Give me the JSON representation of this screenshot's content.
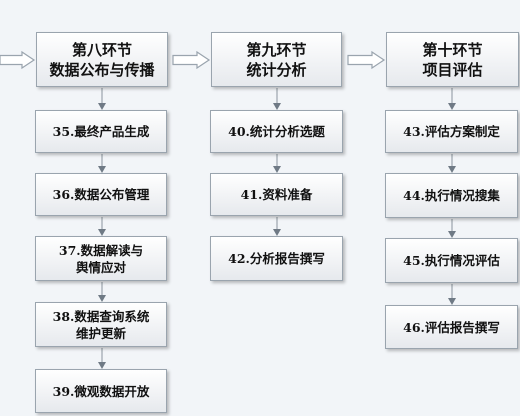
{
  "stages": [
    {
      "id": "stage-8",
      "title_lines": [
        "第八环节",
        "数据公布与传播"
      ],
      "steps": [
        [
          "35.最终产品生成"
        ],
        [
          "36.数据公布管理"
        ],
        [
          "37.数据解读与",
          "舆情应对"
        ],
        [
          "38.数据查询系统",
          "维护更新"
        ],
        [
          "39.微观数据开放"
        ]
      ]
    },
    {
      "id": "stage-9",
      "title_lines": [
        "第九环节",
        "统计分析"
      ],
      "steps": [
        [
          "40.统计分析选题"
        ],
        [
          "41.资料准备"
        ],
        [
          "42.分析报告撰写"
        ]
      ]
    },
    {
      "id": "stage-10",
      "title_lines": [
        "第十环节",
        "项目评估"
      ],
      "steps": [
        [
          "43.评估方案制定"
        ],
        [
          "44.执行情况搜集"
        ],
        [
          "45.执行情况评估"
        ],
        [
          "46.评估报告撰写"
        ]
      ]
    }
  ],
  "colors": {
    "line": "#8a949e",
    "arrow_fill": "#ffffff",
    "arrow_stroke": "#9aa4ae"
  }
}
